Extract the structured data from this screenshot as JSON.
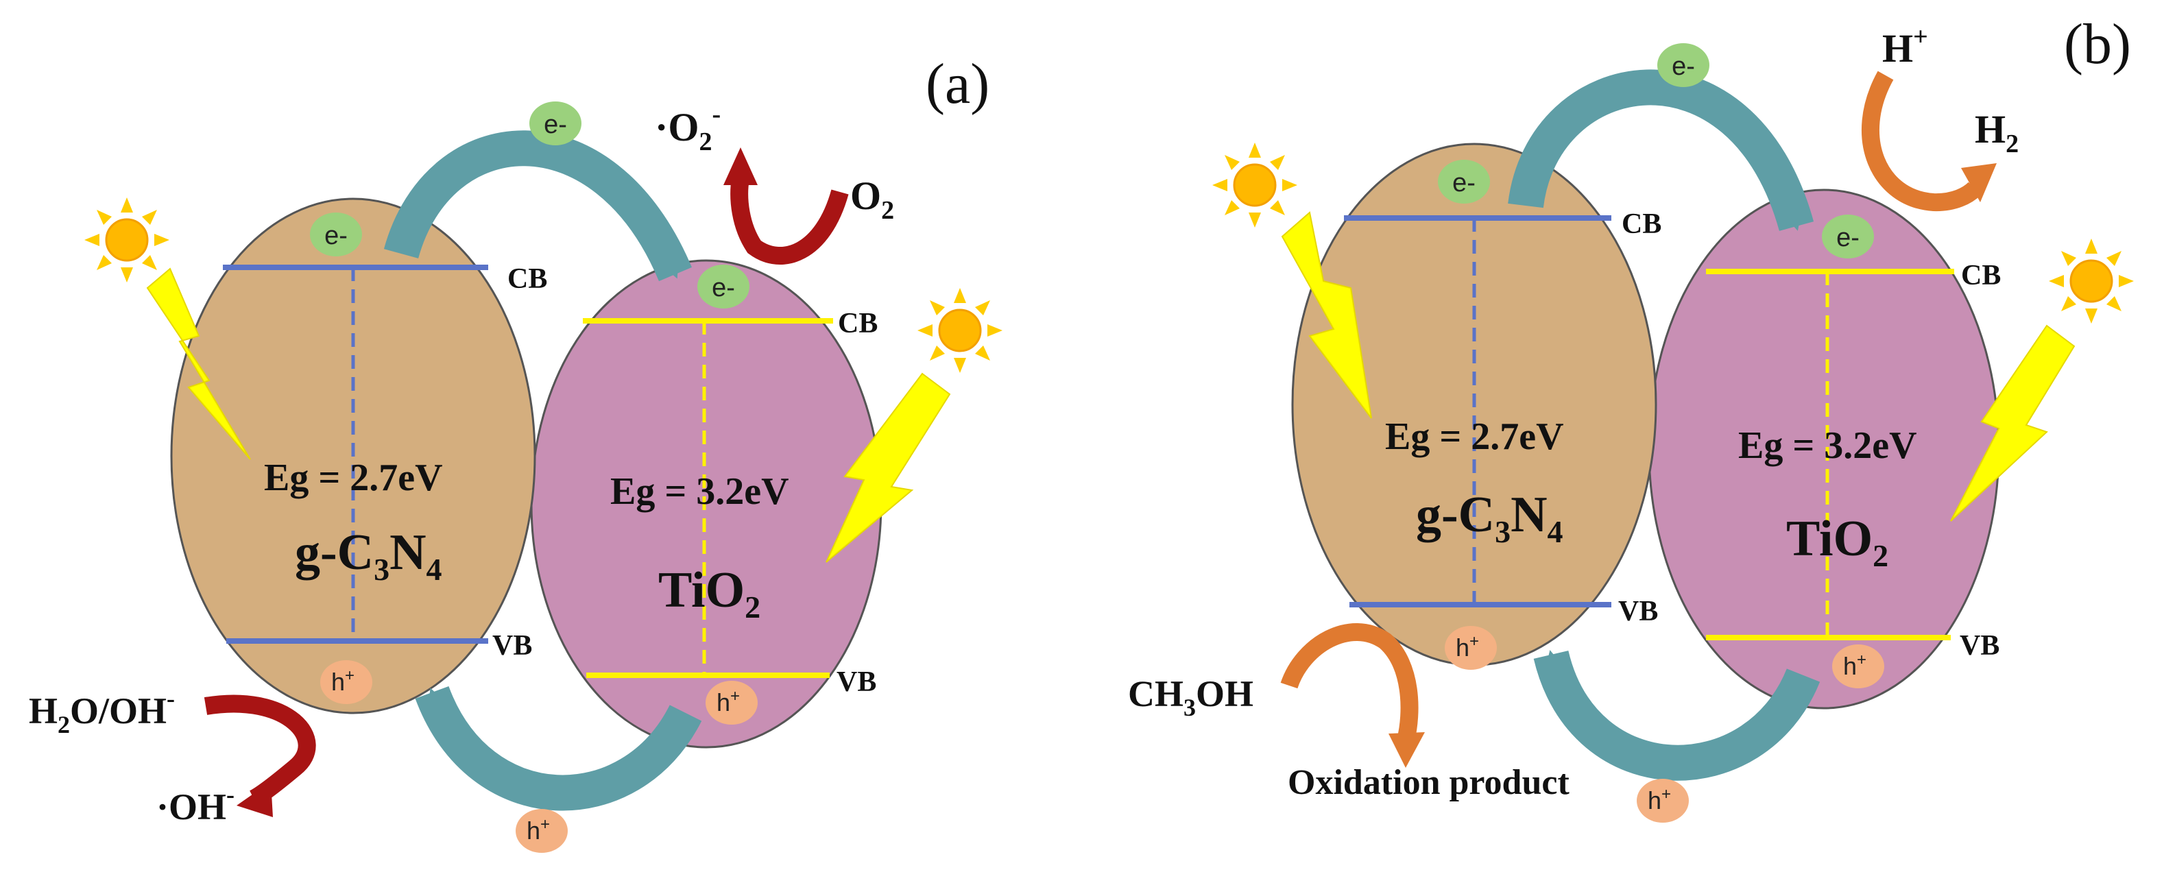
{
  "colors": {
    "gcn_fill": "#d4ae7e",
    "tio2_fill": "#c88fb4",
    "gcn_band": "#5a73c8",
    "tio2_band": "#fff200",
    "electron_badge": "#9bd17d",
    "hole_badge": "#f4b183",
    "transfer_arrow": "#5f9ea6",
    "redox_arrow_a": "#a81414",
    "redox_arrow_b": "#e07a30",
    "light": "#ffff00",
    "sun": "#ffb800"
  },
  "panel_a": {
    "label": "(a)",
    "gcn": {
      "eg": "Eg = 2.7eV",
      "name_main": "g-C",
      "sub1": "3",
      "name_mid": "N",
      "sub2": "4"
    },
    "tio2": {
      "eg": "Eg = 3.2eV",
      "name_main": "TiO",
      "sub": "2"
    },
    "cb_left": "CB",
    "vb_left": "VB",
    "cb_right": "CB",
    "vb_right": "VB",
    "electron": "e-",
    "hole": "h+",
    "hole_main": "h",
    "hole_sup": "+",
    "o2_main": "O",
    "o2_sub": "2",
    "superoxide_dot": "·O",
    "superoxide_sub": "2",
    "superoxide_sup": "-",
    "water_pre": "H",
    "water_sub": "2",
    "water_mid": "O/OH",
    "water_sup": "-",
    "hydroxyl_main": "·OH",
    "hydroxyl_sup": "-"
  },
  "panel_b": {
    "label": "(b)",
    "gcn": {
      "eg": "Eg = 2.7eV",
      "name_main": "g-C",
      "sub1": "3",
      "name_mid": "N",
      "sub2": "4"
    },
    "tio2": {
      "eg": "Eg = 3.2eV",
      "name_main": "TiO",
      "sub": "2"
    },
    "cb_left": "CB",
    "vb_left": "VB",
    "cb_right": "CB",
    "vb_right": "VB",
    "electron": "e-",
    "hole_main": "h",
    "hole_sup": "+",
    "hplus_main": "H",
    "hplus_sup": "+",
    "h2_main": "H",
    "h2_sub": "2",
    "methanol_pre": "CH",
    "methanol_sub": "3",
    "methanol_post": "OH",
    "oxidation": "Oxidation product"
  }
}
